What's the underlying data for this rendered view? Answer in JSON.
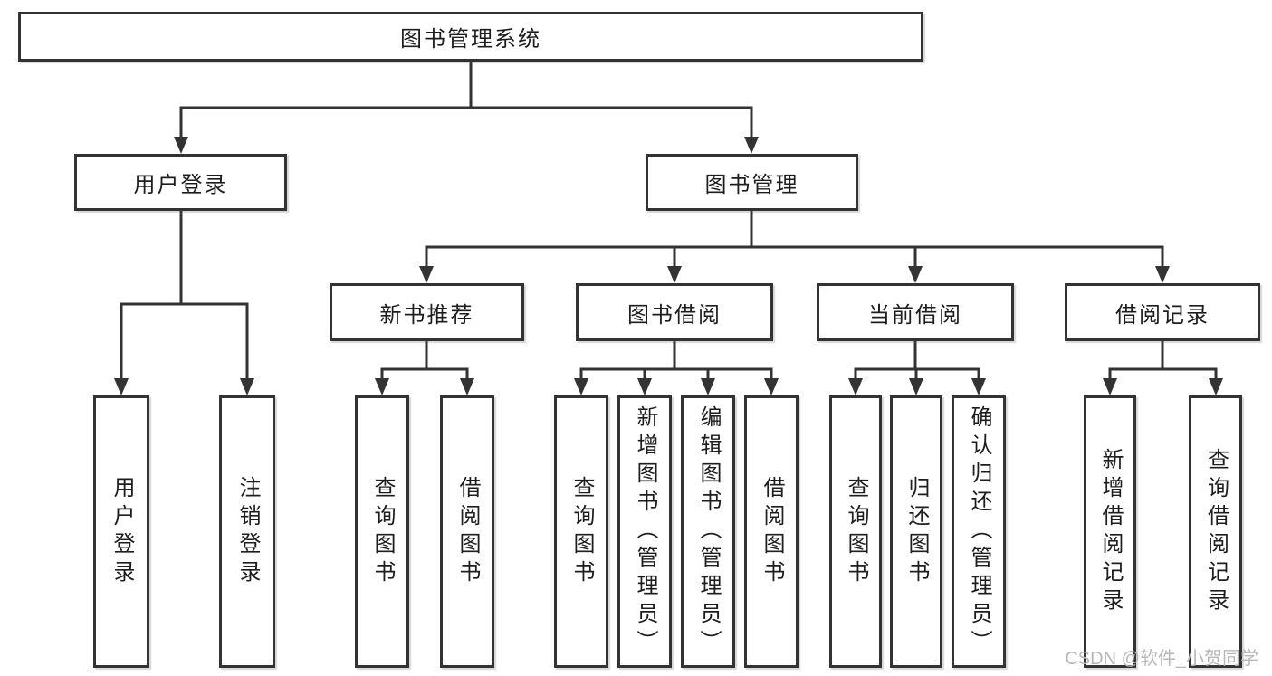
{
  "colors": {
    "line": "#333333",
    "text": "#1d1d1d",
    "watermark": "#b7b7b7",
    "bg": "#ffffff"
  },
  "watermark": "CSDN @软件_小贺同学",
  "tree": {
    "root": {
      "label": "图书管理系统"
    },
    "branches": [
      {
        "label": "用户登录",
        "children": [
          {
            "label": "用户登录"
          },
          {
            "label": "注销登录"
          }
        ]
      },
      {
        "label": "图书管理",
        "children": [
          {
            "label": "新书推荐",
            "children": [
              {
                "label": "查询图书"
              },
              {
                "label": "借阅图书"
              }
            ]
          },
          {
            "label": "图书借阅",
            "children": [
              {
                "label": "查询图书"
              },
              {
                "label": "新增图书（管理员）"
              },
              {
                "label": "编辑图书（管理员）"
              },
              {
                "label": "借阅图书"
              }
            ]
          },
          {
            "label": "当前借阅",
            "children": [
              {
                "label": "查询图书"
              },
              {
                "label": "归还图书"
              },
              {
                "label": "确认归还（管理员）"
              }
            ]
          },
          {
            "label": "借阅记录",
            "children": [
              {
                "label": "新增借阅记录"
              },
              {
                "label": "查询借阅记录"
              }
            ]
          }
        ]
      }
    ]
  }
}
